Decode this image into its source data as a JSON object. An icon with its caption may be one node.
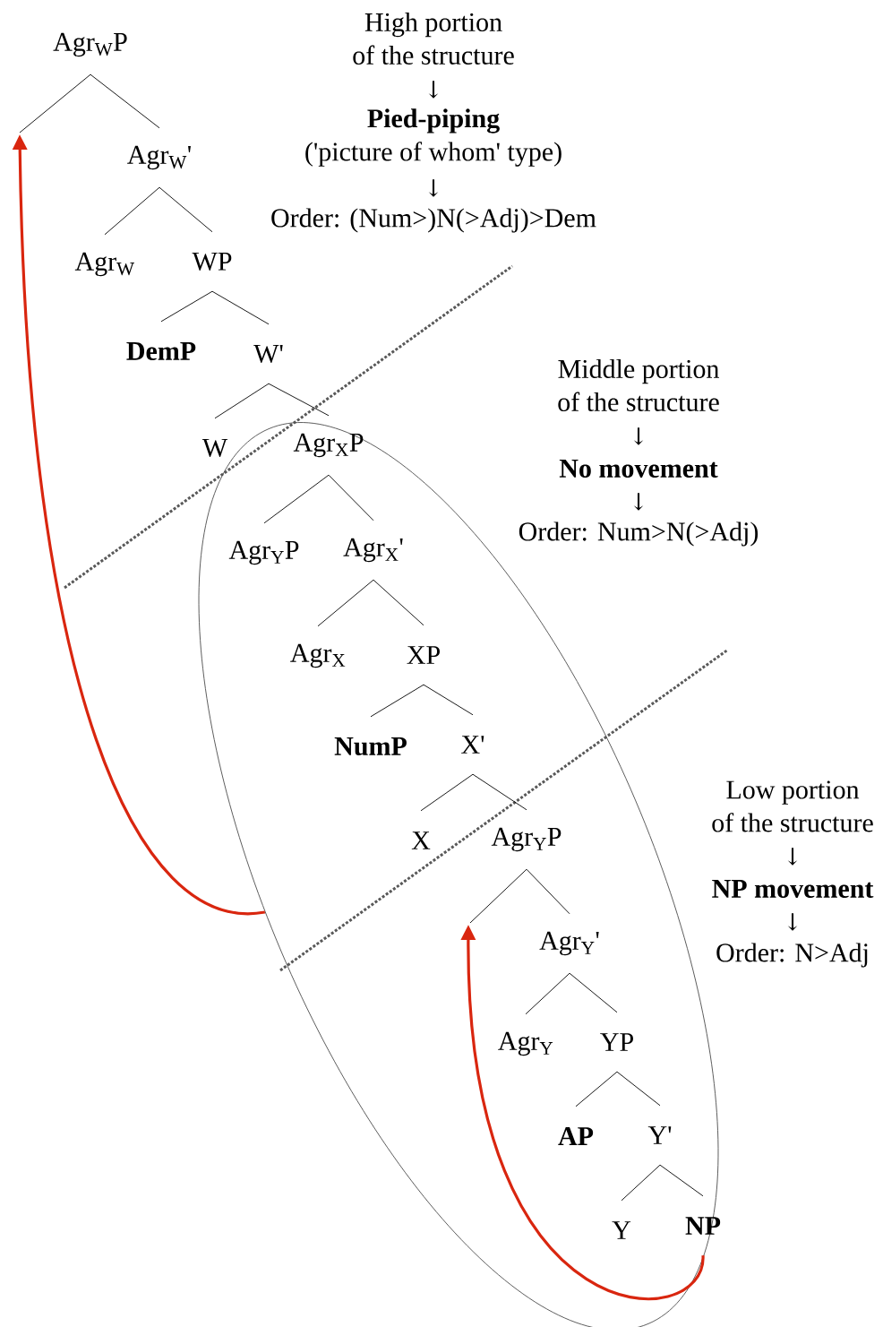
{
  "diagram": {
    "nodes": [
      {
        "text": [
          "Agr$_{W}$P"
        ]
      },
      {
        "text": [
          "Agr$_{W}$'"
        ]
      },
      {
        "text": [
          "Agr$_{W}$"
        ]
      },
      {
        "text": [
          "WP"
        ]
      },
      {
        "text": [
          "DemP"
        ]
      },
      {
        "text": [
          "W'"
        ]
      },
      {
        "text": [
          "W"
        ]
      },
      {
        "text": [],
        "shape": "ellipse"
      },
      {
        "text": [
          "Agr$_{X}$P"
        ],
        "in": 7
      },
      {
        "text": [
          "Agr$_{Y}$P"
        ],
        "in": 7
      },
      {
        "text": [
          "Agr$_{X}$'"
        ],
        "in": 7
      },
      {
        "text": [
          "Agr$_{X}$"
        ],
        "in": 7
      },
      {
        "text": [
          "XP"
        ],
        "in": 7
      },
      {
        "text": [
          "NumP"
        ],
        "in": 7
      },
      {
        "text": [
          "X'"
        ],
        "in": 7
      },
      {
        "text": [
          "X"
        ],
        "in": 7
      },
      {
        "text": [
          "Agr$_{Y}$P"
        ],
        "in": 7
      },
      {
        "text": [
          "Agr$_{Y}$'"
        ],
        "in": 7
      },
      {
        "text": [
          "Agr$_{Y}$"
        ],
        "in": 7
      },
      {
        "text": [
          "YP"
        ],
        "in": 7
      },
      {
        "text": [
          "AP"
        ],
        "in": 7
      },
      {
        "text": [
          "Y'"
        ],
        "in": 7
      },
      {
        "text": [
          "Y"
        ],
        "in": 7
      },
      {
        "text": [
          "NP"
        ],
        "in": 7
      }
    ],
    "edges": [
      {
        "from": 0,
        "to": null,
        "arrow": "none"
      },
      {
        "from": 0,
        "to": 1,
        "arrow": "none"
      },
      {
        "from": 1,
        "to": 2,
        "arrow": "none"
      },
      {
        "from": 1,
        "to": 3,
        "arrow": "none"
      },
      {
        "from": 3,
        "to": 4,
        "arrow": "none"
      },
      {
        "from": 3,
        "to": 5,
        "arrow": "none"
      },
      {
        "from": 5,
        "to": 6,
        "arrow": "none"
      },
      {
        "from": 5,
        "to": 8,
        "arrow": "none"
      },
      {
        "from": 8,
        "to": 9,
        "arrow": "none"
      },
      {
        "from": 8,
        "to": 10,
        "arrow": "none"
      },
      {
        "from": 10,
        "to": 11,
        "arrow": "none"
      },
      {
        "from": 10,
        "to": 12,
        "arrow": "none"
      },
      {
        "from": 12,
        "to": 13,
        "arrow": "none"
      },
      {
        "from": 12,
        "to": 14,
        "arrow": "none"
      },
      {
        "from": 14,
        "to": 15,
        "arrow": "none"
      },
      {
        "from": 14,
        "to": 16,
        "arrow": "none"
      },
      {
        "from": 16,
        "to": null,
        "arrow": "none"
      },
      {
        "from": 16,
        "to": 17,
        "arrow": "none"
      },
      {
        "from": 17,
        "to": 18,
        "arrow": "none"
      },
      {
        "from": 17,
        "to": 19,
        "arrow": "none"
      },
      {
        "from": 19,
        "to": 20,
        "arrow": "none"
      },
      {
        "from": 19,
        "to": 21,
        "arrow": "none"
      },
      {
        "from": 21,
        "to": 22,
        "arrow": "none"
      },
      {
        "from": 21,
        "to": 23,
        "arrow": "none"
      },
      {
        "from": 7,
        "to": null,
        "arrow": "to",
        "style": "thick",
        "color": "#d9260f"
      },
      {
        "from": 23,
        "to": null,
        "arrow": "to",
        "style": "thick",
        "color": "#d9260f"
      }
    ],
    "labels": [
      "High portion of the structure",
      "↓",
      "Pied-piping",
      "('picture of whom' type)",
      "↓",
      "Order: (Num>)N(>Adj)>Dem",
      "Middle portion of the structure",
      "↓",
      "No movement",
      "↓",
      "Order: Num>N(>Adj)",
      "Low portion of the structure",
      "↓",
      "NP movement",
      "↓",
      "Order: N>Adj"
    ]
  }
}
